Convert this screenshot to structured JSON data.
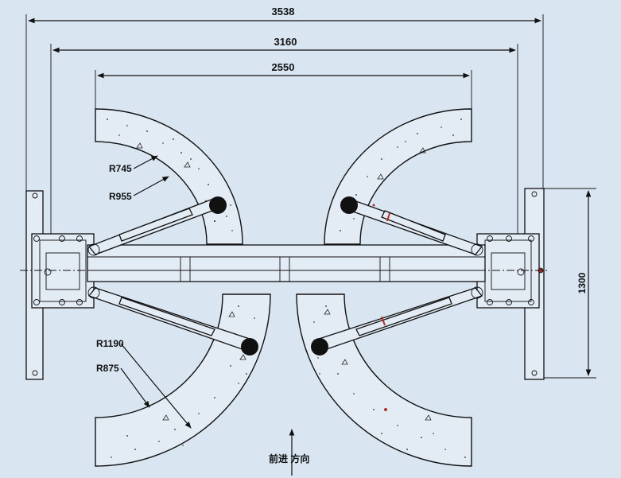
{
  "dimensions": {
    "overall_width": "3538",
    "column_centers": "3160",
    "inner_clearance": "2550",
    "column_depth": "1300"
  },
  "radii": {
    "upper_outer": "R745",
    "upper_inner": "R955",
    "lower_outer": "R1190",
    "lower_inner": "R875"
  },
  "direction_label": "前进 方向",
  "colors": {
    "background": "#d9e6f2",
    "line": "#111111",
    "pad_fill": "#e3ebf5",
    "accent_red": "#b0302a"
  }
}
